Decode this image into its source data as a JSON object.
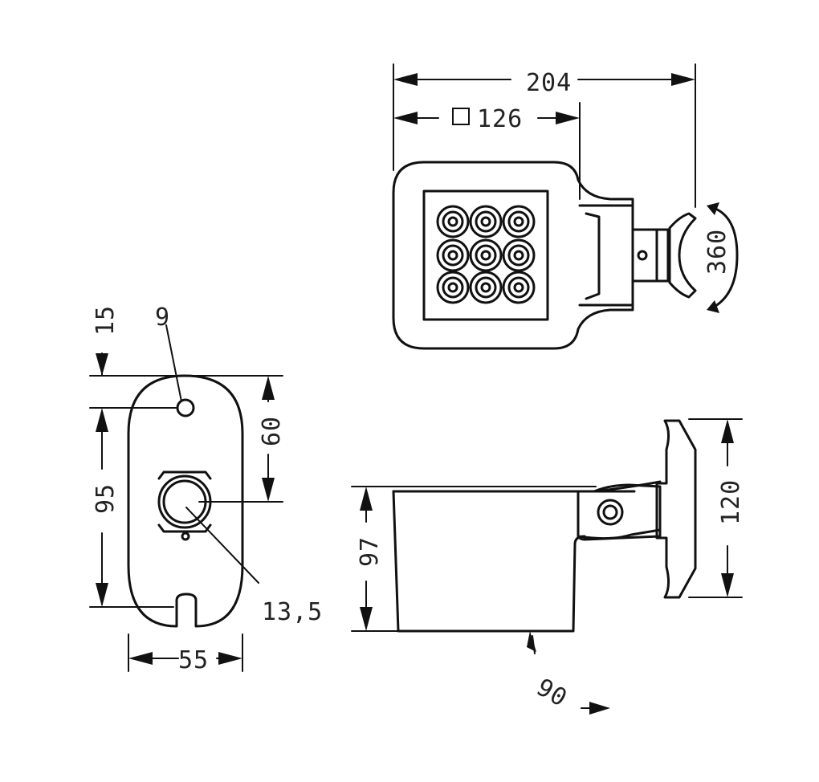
{
  "dimensions": {
    "overall_width": "204",
    "square_size": "126",
    "rotation": "360",
    "head_height": "120",
    "body_height": "97",
    "tilt": "90",
    "plate_top": "15",
    "hole_diameter": "9",
    "hole_spacing": "95",
    "center_offset": "60",
    "cable_diameter": "13,5",
    "plate_width": "55"
  }
}
